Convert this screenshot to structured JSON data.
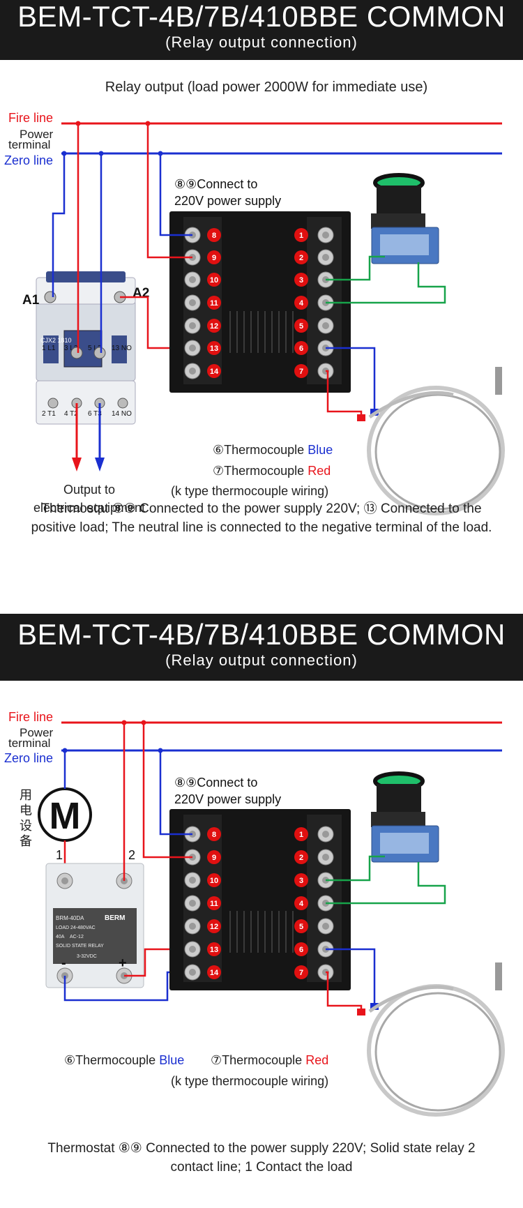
{
  "sections": [
    {
      "title": "BEM-TCT-4B/7B/410BBE COMMON",
      "subtitle": "(Relay output connection)",
      "heading": "Relay output (load power 2000W for immediate use)",
      "fire_line": "Fire line",
      "power_terminal_1": "Power",
      "power_terminal_2": "terminal",
      "zero_line": "Zero line",
      "connect_1": "⑧⑨Connect to",
      "connect_2": "220V power supply",
      "a1": "A1",
      "a2": "A2",
      "contactor_top": [
        "1 L1",
        "3 L2",
        "5 L3",
        "13 NO"
      ],
      "contactor_bottom": [
        "2 T1",
        "4 T2",
        "6 T3",
        "14 NO"
      ],
      "contactor_model": "CJX2 1810",
      "output_1": "Output to",
      "output_2": "electrical equipment",
      "tc_blue_prefix": "⑥Thermocouple ",
      "tc_blue_word": "Blue",
      "tc_red_prefix": "⑦Thermocouple ",
      "tc_red_word": "Red",
      "tc_type": "(k type thermocouple wiring)",
      "note_1": "Thermostat ⑧⑨ Connected to the power supply 220V; ⑬ Connected to the",
      "note_2": "positive load; The neutral line is connected to the negative terminal of the load."
    },
    {
      "title": "BEM-TCT-4B/7B/410BBE COMMON",
      "subtitle": "(Relay output connection)",
      "fire_line": "Fire line",
      "power_terminal_1": "Power",
      "power_terminal_2": "terminal",
      "zero_line": "Zero line",
      "connect_1": "⑧⑨Connect to",
      "connect_2": "220V power supply",
      "device_chars": [
        "用",
        "电",
        "设",
        "备"
      ],
      "motor": "M",
      "ssr_1": "1",
      "ssr_2": "2",
      "ssr_minus": "-",
      "ssr_plus": "+",
      "ssr_model": "BRM-40DA",
      "ssr_brand": "BERM",
      "ssr_load": "LOAD 24-480VAC",
      "ssr_amp": "40A",
      "ssr_ac": "AC-12",
      "ssr_type": "SOLID STATE RELAY",
      "ssr_input": "3-32VDC",
      "tc_blue_prefix": "⑥Thermocouple ",
      "tc_blue_word": "Blue",
      "tc_red_prefix": "⑦Thermocouple ",
      "tc_red_word": "Red",
      "tc_type": "(k type thermocouple wiring)",
      "note_1": "Thermostat ⑧⑨ Connected to the power supply 220V; Solid state relay 2",
      "note_2": "contact line; 1 Contact the load"
    }
  ],
  "terminals_left": [
    "8",
    "9",
    "10",
    "11",
    "12",
    "13",
    "14"
  ],
  "terminals_right": [
    "1",
    "2",
    "3",
    "4",
    "5",
    "6",
    "7"
  ],
  "colors": {
    "fire": "#e8141b",
    "zero": "#1a2fd0",
    "signal": "#17a34a",
    "banner": "#1a1a1a",
    "badge": "#e01010"
  }
}
